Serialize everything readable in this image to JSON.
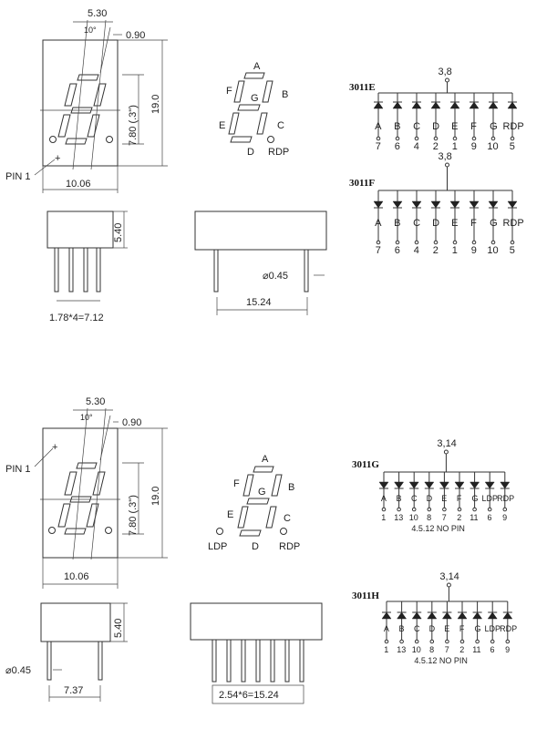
{
  "section1": {
    "dims": {
      "width_top": "5.30",
      "angle": "10°",
      "segment_width": "0.90",
      "digit_height": "7.80 (.3\")",
      "total_height": "19.0",
      "total_width": "10.06",
      "pin1": "PIN 1",
      "side_height": "5.40",
      "pin_pitch": "1.78*4=7.12",
      "pin_diameter": "⌀0.45",
      "row_spacing": "15.24"
    },
    "segment_labels": {
      "a": "A",
      "b": "B",
      "c": "C",
      "d": "D",
      "e": "E",
      "f": "F",
      "g": "G",
      "rdp": "RDP"
    },
    "schematics": [
      {
        "model": "3011E",
        "common": "3,8",
        "labels": [
          "A",
          "B",
          "C",
          "D",
          "E",
          "F",
          "G",
          "RDP"
        ],
        "pins": [
          "7",
          "6",
          "4",
          "2",
          "1",
          "9",
          "10",
          "5"
        ],
        "direction": "up"
      },
      {
        "model": "3011F",
        "common": "3,8",
        "labels": [
          "A",
          "B",
          "C",
          "D",
          "E",
          "F",
          "G",
          "RDP"
        ],
        "pins": [
          "7",
          "6",
          "4",
          "2",
          "1",
          "9",
          "10",
          "5"
        ],
        "direction": "down"
      }
    ]
  },
  "section2": {
    "dims": {
      "width_top": "5.30",
      "angle": "10°",
      "segment_width": "0.90",
      "digit_height": "7.80 (.3\")",
      "total_height": "19.0",
      "total_width": "10.06",
      "pin1": "PIN 1",
      "side_height": "5.40",
      "pin_diameter": "⌀0.45",
      "side_width": "7.37",
      "pin_pitch": "2.54*6=15.24"
    },
    "segment_labels": {
      "a": "A",
      "b": "B",
      "c": "C",
      "d": "D",
      "e": "E",
      "f": "F",
      "g": "G",
      "ldp": "LDP",
      "rdp": "RDP"
    },
    "schematics": [
      {
        "model": "3011G",
        "common": "3,14",
        "labels": [
          "A",
          "B",
          "C",
          "D",
          "E",
          "F",
          "G",
          "LDP",
          "RDP"
        ],
        "pins": [
          "1",
          "13",
          "10",
          "8",
          "7",
          "2",
          "11",
          "6",
          "9"
        ],
        "note": "4.5.12 NO PIN",
        "direction": "down"
      },
      {
        "model": "3011H",
        "common": "3,14",
        "labels": [
          "A",
          "B",
          "C",
          "D",
          "E",
          "F",
          "G",
          "LDP",
          "RDP"
        ],
        "pins": [
          "1",
          "13",
          "10",
          "8",
          "7",
          "2",
          "11",
          "6",
          "9"
        ],
        "note": "4.5.12 NO PIN",
        "direction": "up"
      }
    ]
  }
}
